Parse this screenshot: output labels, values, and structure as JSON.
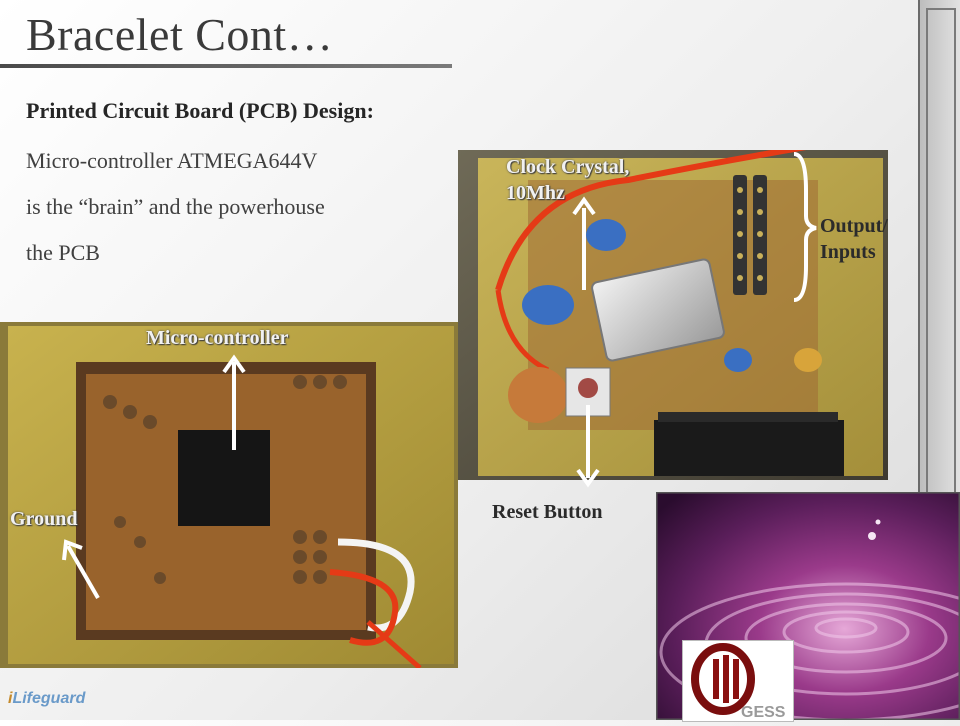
{
  "slide": {
    "title": "Bracelet Cont…",
    "heading": "Printed Circuit Board (PCB) Design:",
    "body_lines": [
      "Micro-controller ATMEGA644V",
      "is the “brain” and the powerhouse",
      "the PCB"
    ]
  },
  "labels": {
    "clock": [
      "Clock Crystal,",
      "10Mhz"
    ],
    "outputs": [
      "Output/",
      "Inputs"
    ],
    "micro": "Micro-controller",
    "reset": "Reset Button",
    "ground": "Ground"
  },
  "footer": {
    "logo_text": "Lifeguard",
    "gess_text": "GESS"
  },
  "colors": {
    "pcb_board": "#b9a548",
    "copper": "#a0682e",
    "wire_red": "#e53a16",
    "water": "#7a2d6e"
  }
}
